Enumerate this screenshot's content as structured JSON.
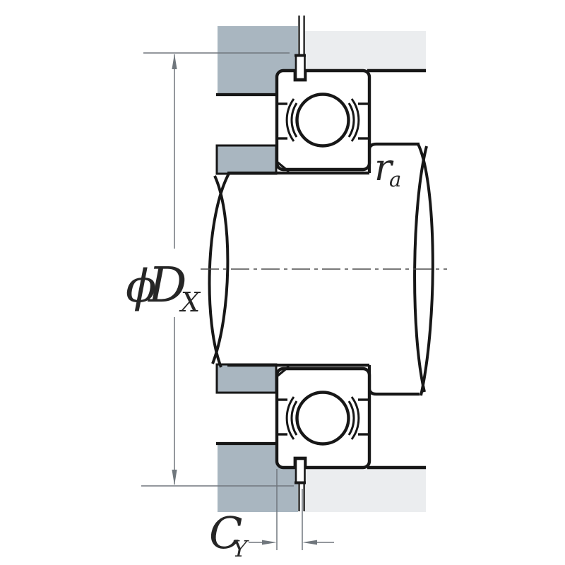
{
  "figure": {
    "labels": {
      "snap_ring_diameter": {
        "prefix": "ϕ",
        "main": "D",
        "sub": "X"
      },
      "shoulder_fillet": {
        "main": "r",
        "sub": "a"
      },
      "snap_ring_width": {
        "main": "C",
        "sub": "Y"
      }
    },
    "colors": {
      "background": "#ffffff",
      "housing_dark": "#a9b6c0",
      "housing_light": "#ebedef",
      "part_fill": "#ffffff",
      "outline": "#171717",
      "dim_line": "#70777d",
      "centerline": "#4d4d4d",
      "label": "#262626"
    }
  }
}
